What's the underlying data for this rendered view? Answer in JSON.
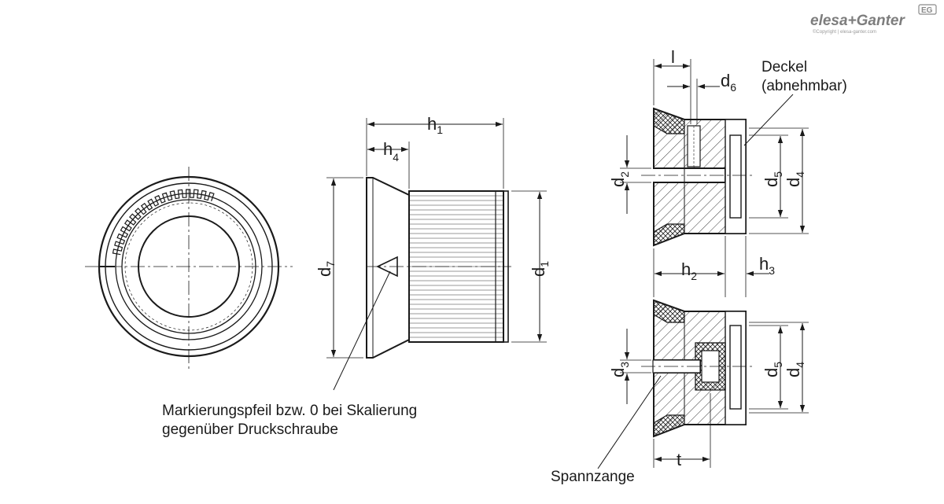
{
  "brand": {
    "logo": "elesa+Ganter",
    "copyright": "©Copyright | elesa-ganter.com",
    "badge": "EG"
  },
  "labels": {
    "h1": {
      "main": "h",
      "sub": "1"
    },
    "h4": {
      "main": "h",
      "sub": "4"
    },
    "d7": {
      "main": "d",
      "sub": "7"
    },
    "d1": {
      "main": "d",
      "sub": "1"
    },
    "l": "l",
    "d6": {
      "main": "d",
      "sub": "6"
    },
    "d2": {
      "main": "d",
      "sub": "2"
    },
    "d5_top": {
      "main": "d",
      "sub": "5"
    },
    "d4_top": {
      "main": "d",
      "sub": "4"
    },
    "h2": {
      "main": "h",
      "sub": "2"
    },
    "h3": {
      "main": "h",
      "sub": "3"
    },
    "d3": {
      "main": "d",
      "sub": "3"
    },
    "d5_bot": {
      "main": "d",
      "sub": "5"
    },
    "d4_bot": {
      "main": "d",
      "sub": "4"
    },
    "t": "t"
  },
  "notes": {
    "cover_line1": "Deckel",
    "cover_line2": "(abnehmbar)",
    "arrow_line1": "Markierungspfeil bzw. 0 bei Skalierung",
    "arrow_line2": "gegenüber Druckschraube",
    "collet": "Spannzange"
  }
}
